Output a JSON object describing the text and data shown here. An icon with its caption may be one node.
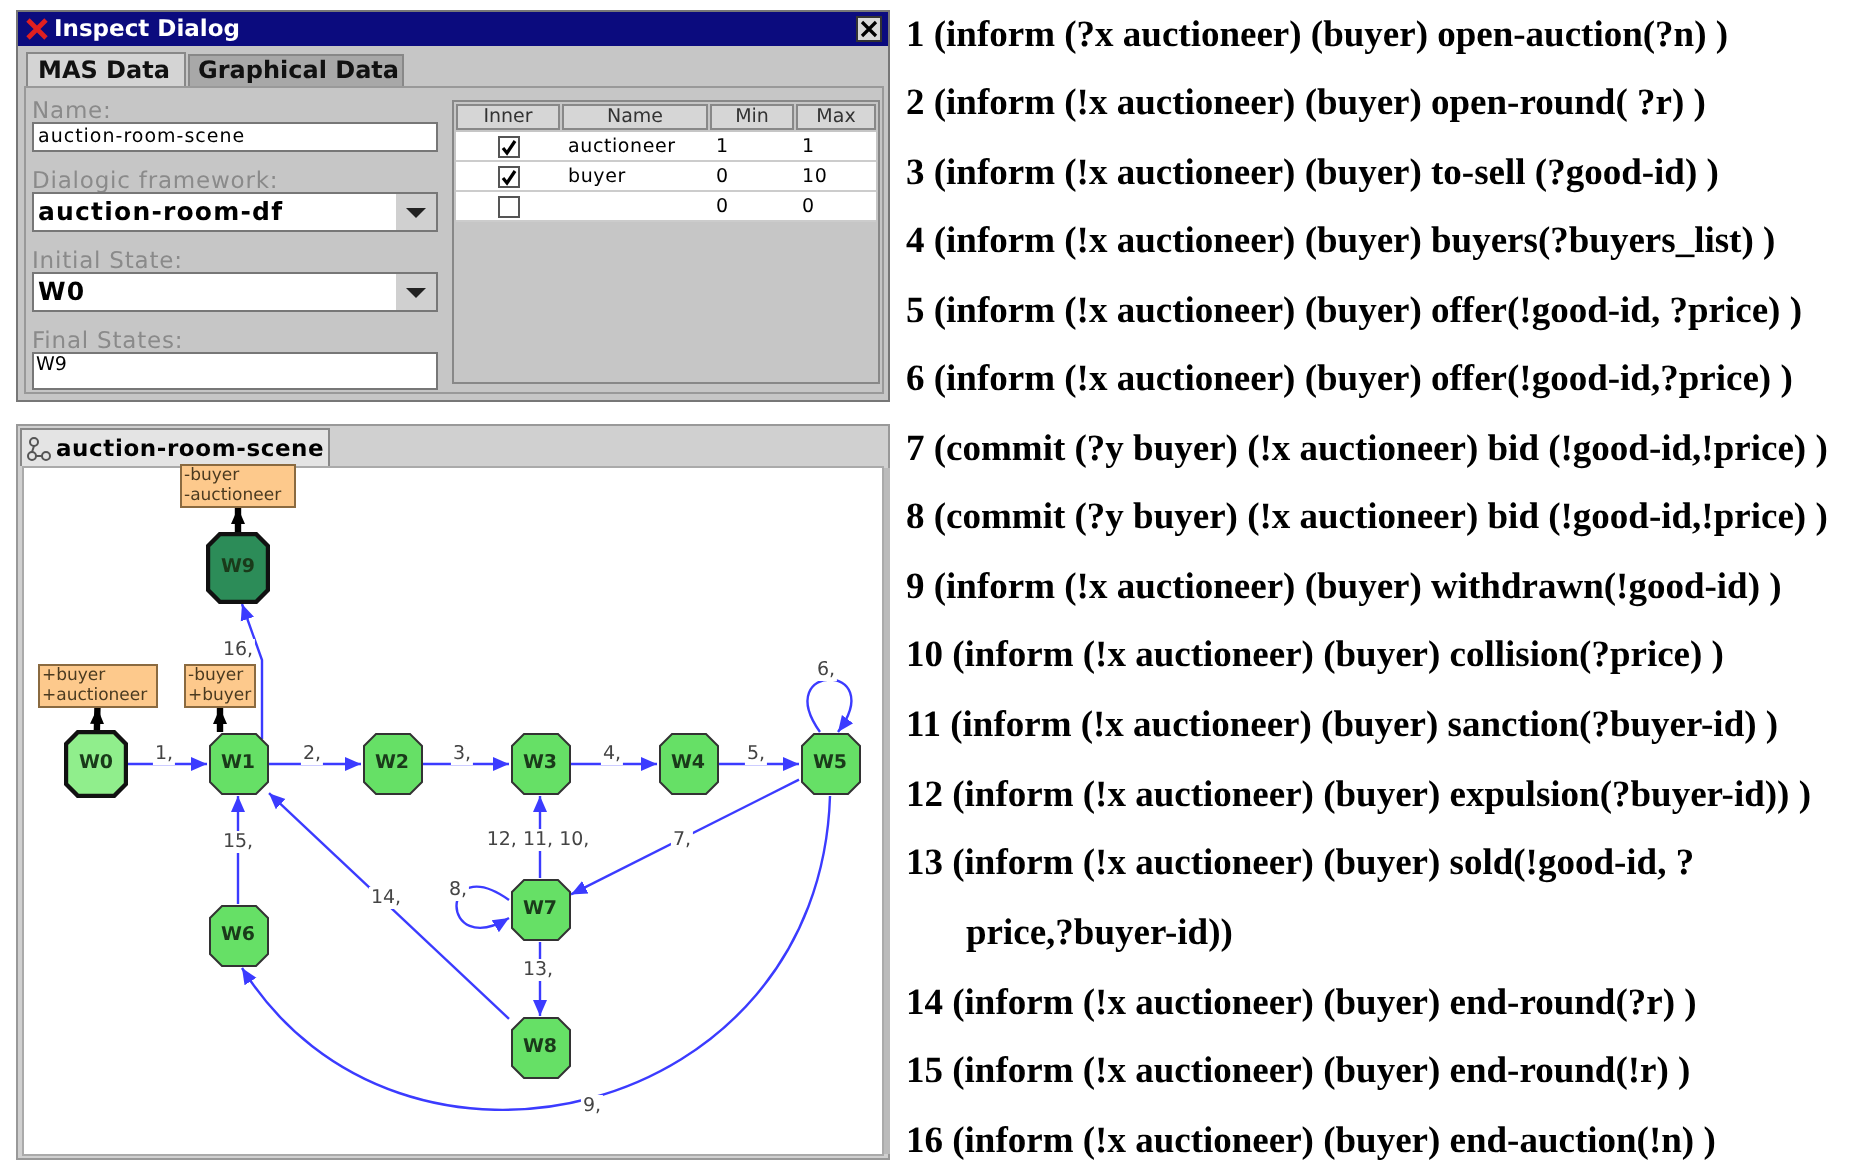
{
  "diagram": {
    "nodes": [
      {
        "text": [
          "-buyer",
          "-auctioneer"
        ]
      },
      {
        "text": [
          "W9"
        ]
      },
      {
        "text": [
          "+buyer",
          "+auctioneer"
        ]
      },
      {
        "text": [
          "-buyer",
          "+buyer"
        ]
      },
      {
        "text": [
          "W0"
        ]
      },
      {
        "text": [
          "W1"
        ]
      },
      {
        "text": [
          "W2"
        ]
      },
      {
        "text": [
          "W3"
        ]
      },
      {
        "text": [
          "W4"
        ]
      },
      {
        "text": [
          "W5"
        ]
      },
      {
        "text": [
          "W7"
        ]
      },
      {
        "text": [
          "W6"
        ]
      },
      {
        "text": [
          "W8"
        ]
      }
    ],
    "edges": [
      {
        "from": 1,
        "to": 0,
        "arrow": "to",
        "style": "thick",
        "color": "#000000"
      },
      {
        "from": 4,
        "to": 2,
        "arrow": "to",
        "style": "thick",
        "color": "#000000"
      },
      {
        "from": 5,
        "to": 3,
        "arrow": "to",
        "style": "thick",
        "color": "#000000"
      },
      {
        "from": 4,
        "to": 5,
        "arrow": "to",
        "label": "1,"
      },
      {
        "from": 5,
        "to": 6,
        "arrow": "to",
        "label": "2,"
      },
      {
        "from": 6,
        "to": 7,
        "arrow": "to",
        "label": "3,"
      },
      {
        "from": 7,
        "to": 8,
        "arrow": "to",
        "label": "4,"
      },
      {
        "from": 8,
        "to": 9,
        "arrow": "to",
        "label": "5,"
      },
      {
        "from": 9,
        "to": 9,
        "arrow": "to",
        "label": "6,"
      },
      {
        "from": 9,
        "to": 10,
        "arrow": "to",
        "label": "7,"
      },
      {
        "from": 10,
        "to": 10,
        "arrow": "to",
        "label": "8,"
      },
      {
        "from": 9,
        "to": 11,
        "arrow": "to",
        "label": "9,"
      },
      {
        "from": 10,
        "to": 7,
        "arrow": "to",
        "label": "12, 11, 10,"
      },
      {
        "from": 10,
        "to": 12,
        "arrow": "to",
        "label": "13,"
      },
      {
        "from": 12,
        "to": 5,
        "arrow": "to",
        "label": "14,"
      },
      {
        "from": 11,
        "to": 5,
        "arrow": "to",
        "label": "15,"
      },
      {
        "from": 5,
        "to": 1,
        "arrow": "to",
        "label": "16,"
      }
    ],
    "labels": [
      "Inspect Dialog",
      "MAS Data",
      "Graphical Data",
      "Name:",
      "auction-room-scene",
      "Dialogic framework:",
      "auction-room-df",
      "Initial State:",
      "W0",
      "Final States:",
      "W9",
      "Inner",
      "Name",
      "Min",
      "Max",
      "auctioneer",
      "1",
      "1",
      "buyer",
      "0",
      "10",
      "0",
      "0",
      "auction-room-scene",
      "1 (inform (?x auctioneer) (buyer) open-auction(?n) )",
      "2 (inform (!x auctioneer) (buyer) open-round( ?r) )",
      "3 (inform (!x auctioneer) (buyer) to-sell (?good-id) )",
      "4 (inform (!x auctioneer) (buyer) buyers(?buyers_list) )",
      "5 (inform (!x auctioneer) (buyer) offer(!good-id, ?price) )",
      "6 (inform (!x auctioneer) (buyer) offer(!good-id,?price) )",
      "7 (commit (?y buyer) (!x auctioneer) bid (!good-id,!price) )",
      "8 (commit (?y buyer) (!x auctioneer) bid (!good-id,!price) )",
      "9 (inform (!x auctioneer) (buyer) withdrawn(!good-id) )",
      "10 (inform (!x auctioneer) (buyer) collision(?price) )",
      "11 (inform (!x auctioneer) (buyer) sanction(?buyer-id) )",
      "12 (inform (!x auctioneer) (buyer) expulsion(?buyer-id)) )",
      "13 (inform (!x auctioneer) (buyer) sold(!good-id, ?price,?buyer-id))",
      "14 (inform (!x auctioneer) (buyer) end-round(?r) )",
      "15 (inform (!x auctioneer) (buyer) end-round(!r) )",
      "16 (inform (!x auctioneer) (buyer) end-auction(!n) )"
    ]
  }
}
